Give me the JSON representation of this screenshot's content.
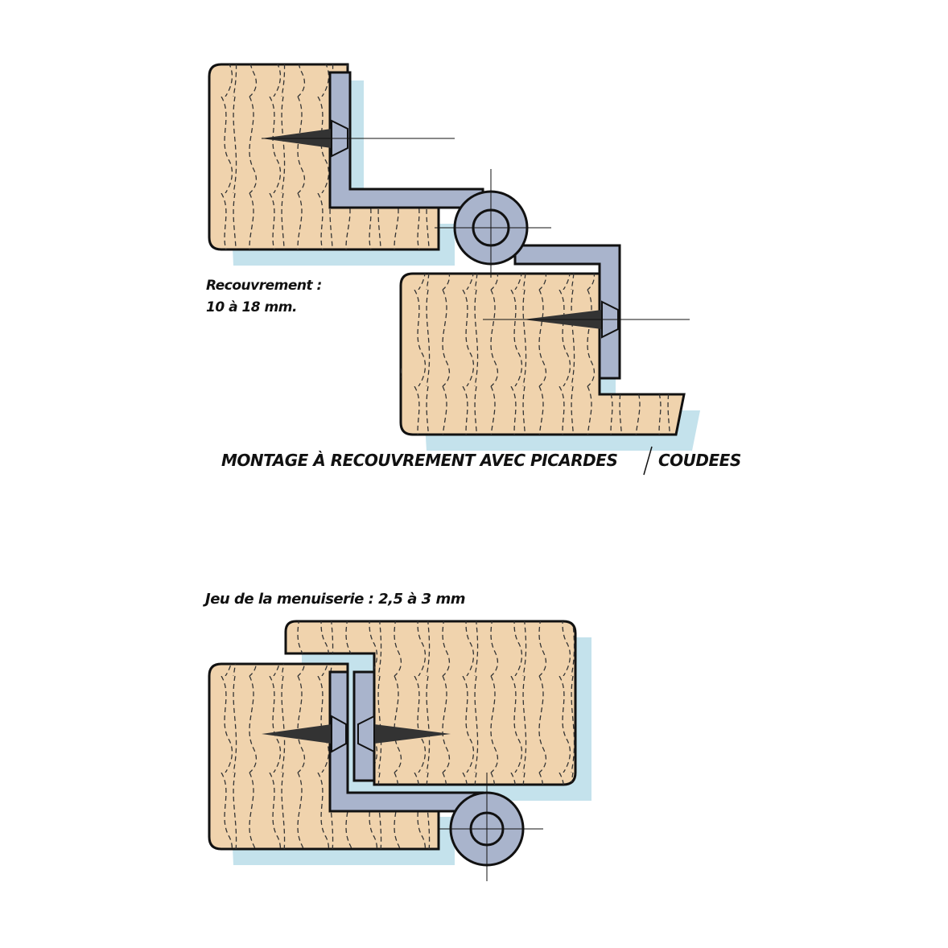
{
  "top_figure": {
    "overlap_label": "Recouvrement :",
    "overlap_value": "10 à 18 mm.",
    "caption_main": "MONTAGE À RECOUVREMENT AVEC PICARDES",
    "caption_alt": "COUDEES"
  },
  "bottom_figure": {
    "clearance_label": "Jeu de la menuiserie : 2,5 à 3 mm"
  },
  "colors": {
    "wood": "#f0d3ad",
    "metal": "#a9b4cc",
    "shadow": "#c4e2ec",
    "outline": "#111111"
  }
}
